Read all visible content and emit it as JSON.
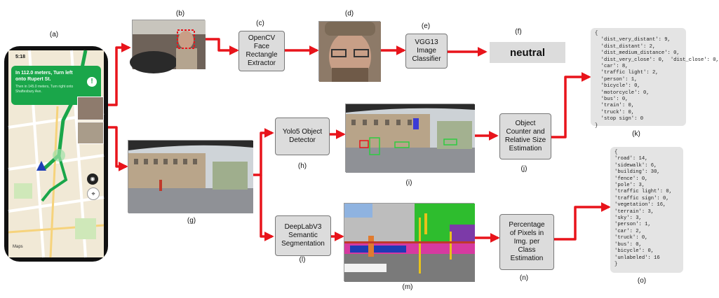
{
  "labels": {
    "a": "(a)",
    "b": "(b)",
    "c": "(c)",
    "d": "(d)",
    "e": "(e)",
    "f": "(f)",
    "g": "(g)",
    "h": "(h)",
    "i": "(i)",
    "j": "(j)",
    "k": "(k)",
    "l": "(l)",
    "m": "(m)",
    "n": "(n)",
    "o": "(o)"
  },
  "phone": {
    "time": "5:18",
    "nav_main": "In 112.0 meters, Turn left onto Rupert St.",
    "nav_sub": "Then in 145.0 meters, Turn right onto Shaftesbury Ave.",
    "maps_logo": "Maps"
  },
  "boxes": {
    "face_extractor": "OpenCV\nFace\nRectangle\nExtractor",
    "classifier": "VGG13\nImage\nClassifier",
    "emotion": "neutral",
    "yolo": "Yolo5 Object\nDetector",
    "counter": "Object\nCounter and\nRelative Size\nEstimation",
    "deeplab": "DeepLabV3\nSemantic\nSegmentation",
    "percentage": "Percentage\nof Pixels in\nImg. per\nClass\nEstimation"
  },
  "object_output": "{\n  'dist_very_distant': 9,\n  'dist_distant': 2,\n  'dist_medium_distance': 0,\n  'dist_very_close': 0,  'dist_close': 0,\n  'car': 8,\n  'traffic light': 2,\n  'person': 1,\n  'bicycle': 0,\n  'motorcycle': 0,\n  'bus': 0,\n  'train': 0,\n  'truck': 0,\n  'stop sign': 0\n}",
  "segmentation_output": "{\n'road': 14,\n'sidewalk': 6,\n'building': 30,\n'fence': 0,\n'pole': 3,\n'traffic light': 0,\n'traffic sign': 0,\n'vegetation': 16,\n'terrain': 3,\n'sky': 3,\n'person': 1,\n'car': 2,\n'truck': 0,\n'bus': 0,\n'bicycle': 0,\n'unlabeled': 16\n}",
  "colors": {
    "arrow": "#e8141b",
    "box_fill": "#dcdcdc",
    "nav_green": "#1aa64a"
  }
}
